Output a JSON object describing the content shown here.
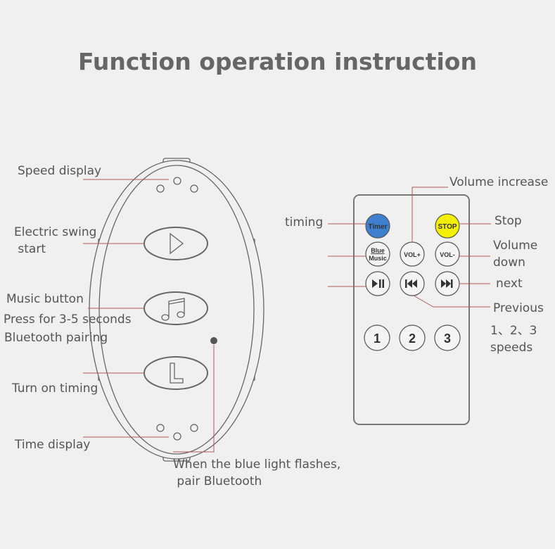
{
  "title": "Function operation instruction",
  "device_labels": {
    "speed_display": "Speed display",
    "electric_swing_1": "Electric swing",
    "electric_swing_2": " start",
    "music_button": "Music button",
    "press": "Press for 3-5 seconds",
    "bt_pairing": "Bluetooth pairing",
    "turn_on_timing": "Turn on timing",
    "time_display": "Time display",
    "blue_light_1": "When the blue light flashes,",
    "blue_light_2": " pair Bluetooth"
  },
  "remote_labels": {
    "timing": "timing",
    "volume_increase": "Volume increase",
    "stop": "Stop",
    "volume_down_1": "Volume",
    "volume_down_2": "down",
    "next": "next",
    "previous": "Previous",
    "speeds_1": "1、2、3",
    "speeds_2": "speeds"
  },
  "remote_buttons": {
    "timer": "Timer",
    "stop": "STOP",
    "blue": "Blue",
    "music": "Music",
    "vol_up": "VOL+",
    "vol_down": "VOL-",
    "n1": "1",
    "n2": "2",
    "n3": "3"
  },
  "colors": {
    "timer": "#3f7fcf",
    "stop": "#f5f000",
    "line": "#b45a5a"
  }
}
